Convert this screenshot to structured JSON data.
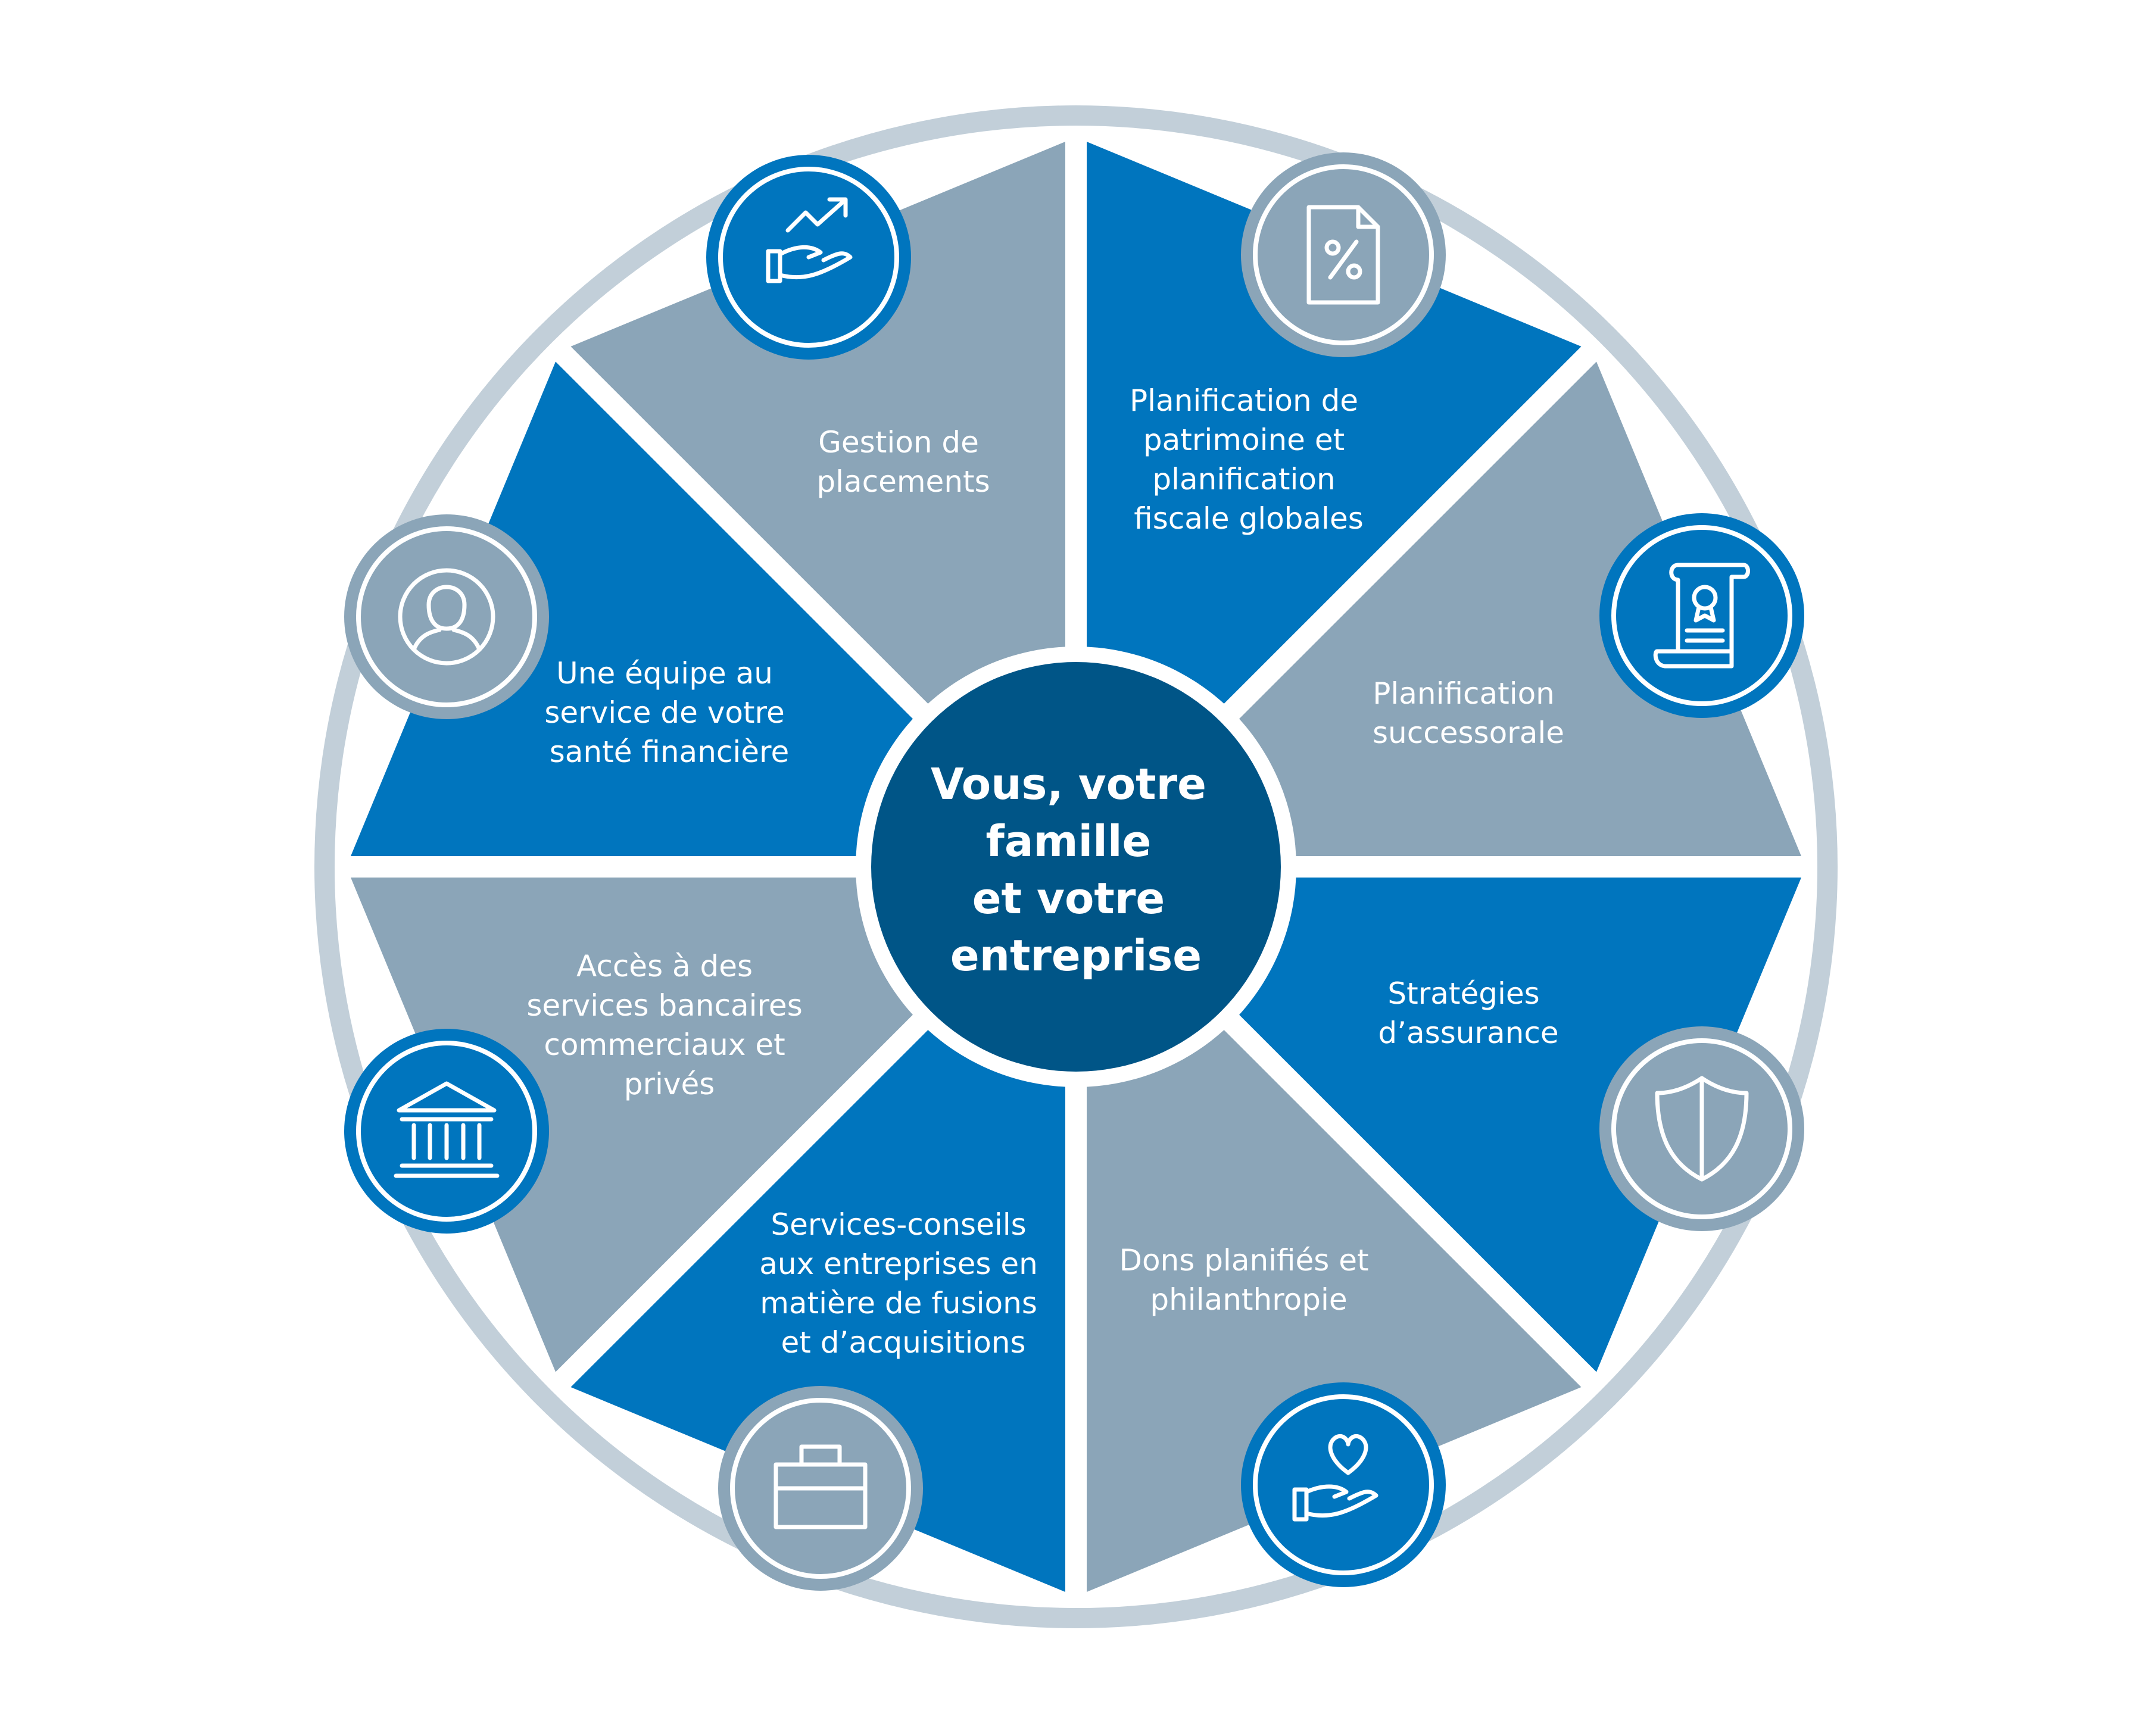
{
  "center": {
    "lines": [
      "Vous, votre",
      "famille",
      "et votre",
      "entreprise"
    ]
  },
  "segments": [
    {
      "id": "gestion-placements",
      "lines": [
        "Gestion de",
        "placements"
      ],
      "icon": "hand-growth-icon",
      "color": "blue"
    },
    {
      "id": "planification-patrimoine",
      "lines": [
        "Planification de",
        "patrimoine et",
        "planification",
        "fiscale globales"
      ],
      "icon": "tax-document-icon",
      "color": "gray"
    },
    {
      "id": "planification-successorale",
      "lines": [
        "Planification",
        "successorale"
      ],
      "icon": "certificate-scroll-icon",
      "color": "blue"
    },
    {
      "id": "strategies-assurance",
      "lines": [
        "Stratégies",
        "d’assurance"
      ],
      "icon": "shield-icon",
      "color": "gray"
    },
    {
      "id": "dons-planifies",
      "lines": [
        "Dons planifiés et",
        "philanthropie"
      ],
      "icon": "hand-heart-icon",
      "color": "blue"
    },
    {
      "id": "services-conseils",
      "lines": [
        "Services-conseils",
        "aux entreprises en",
        "matière de fusions",
        "et d’acquisitions"
      ],
      "icon": "briefcase-icon",
      "color": "gray"
    },
    {
      "id": "services-bancaires",
      "lines": [
        "Accès à des",
        "services bancaires",
        "commerciaux et",
        "privés"
      ],
      "icon": "bank-icon",
      "color": "blue"
    },
    {
      "id": "equipe-sante-financiere",
      "lines": [
        "Une équipe au",
        "service de votre",
        "santé financière"
      ],
      "icon": "person-icon",
      "color": "gray"
    }
  ],
  "colors": {
    "blue": "#0075BE",
    "gray": "#8BA5B8",
    "center": "#005587",
    "ring": "#C2CFD9"
  }
}
